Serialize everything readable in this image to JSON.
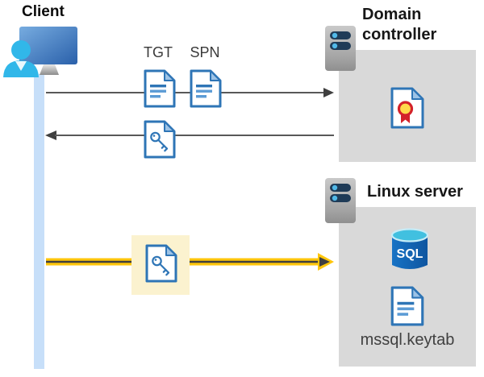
{
  "diagram": {
    "client": {
      "label": "Client"
    },
    "tickets": {
      "tgt": "TGT",
      "spn": "SPN"
    },
    "domain_controller": {
      "label": "Domain controller"
    },
    "linux_server": {
      "label": "Linux server",
      "sql_badge": "SQL",
      "keytab": "mssql.keytab"
    },
    "icons": {
      "client": "client-workstation-icon",
      "servers": "server-icon",
      "tickets": "document-icon",
      "reply": "key-document-icon",
      "certificate": "certificate-icon",
      "database": "sql-database-icon"
    },
    "colors": {
      "timeline_blue": "#C7DFF9",
      "box_gray": "#D9D9D9",
      "doc_blue": "#2E75B6",
      "arrow_gray": "#595959",
      "arrow_dark": "#3F3F3F",
      "highlight_yellow": "#FFC60B",
      "highlight_box_yellow": "#FBF2CF"
    }
  }
}
